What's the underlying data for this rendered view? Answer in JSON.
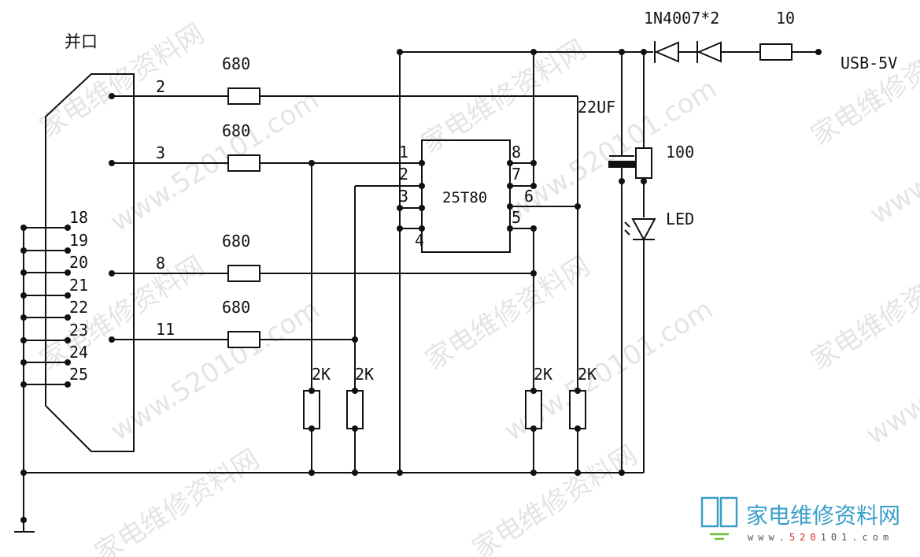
{
  "connector": {
    "label": "并口"
  },
  "pins": {
    "p2": "2",
    "p3": "3",
    "p8": "8",
    "p11": "11",
    "gnd_pins": [
      "18",
      "19",
      "20",
      "21",
      "22",
      "23",
      "24",
      "25"
    ]
  },
  "resistors": {
    "r_680_a": "680",
    "r_680_b": "680",
    "r_680_c": "680",
    "r_680_d": "680",
    "r_2k_a": "2K",
    "r_2k_b": "2K",
    "r_2k_c": "2K",
    "r_2k_d": "2K",
    "r_100": "100",
    "r_10": "10"
  },
  "chip": {
    "name": "25T80",
    "pins": [
      "1",
      "2",
      "3",
      "4",
      "5",
      "6",
      "7",
      "8"
    ]
  },
  "parts": {
    "diodes": "1N4007*2",
    "cap": "22UF",
    "led": "LED",
    "supply": "USB-5V"
  },
  "watermark": {
    "cn": "家电维修资料网",
    "url": "www.520101.com"
  },
  "logo": {
    "cn": "家电维修资料网",
    "url_pre": "www.",
    "url_red": "520",
    "url_post": "101.com",
    "color": "#3a9ec9",
    "accent": "#6fbf3c"
  }
}
